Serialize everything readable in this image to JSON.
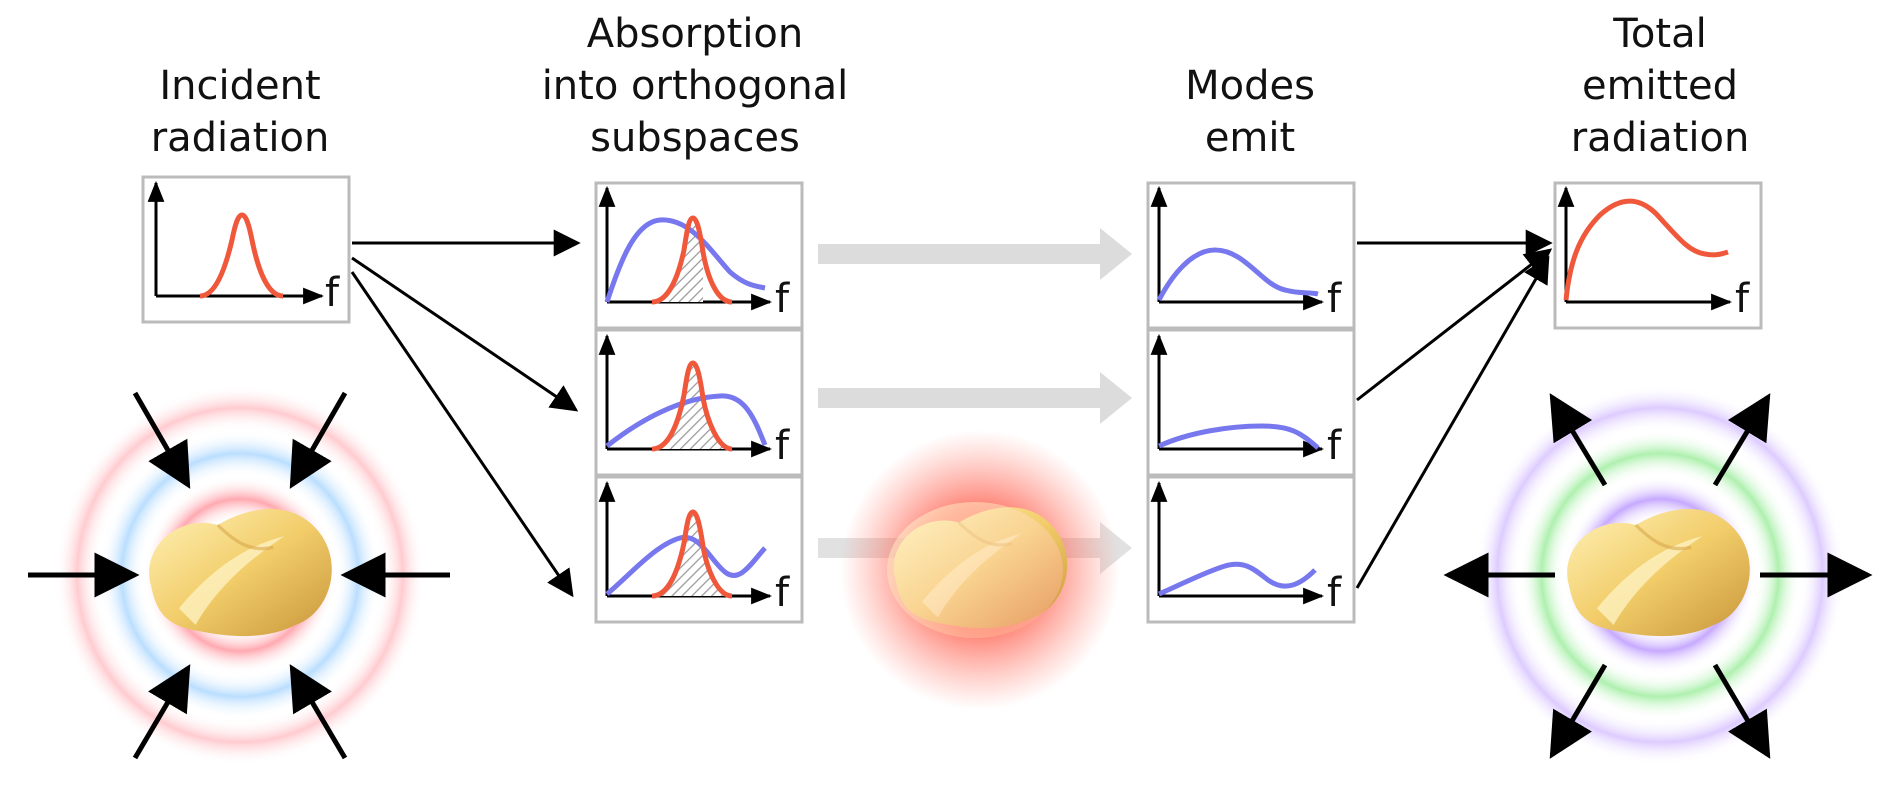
{
  "headings": {
    "incident": "Incident\nradiation",
    "absorption": "Absorption\ninto orthogonal\nsubspaces",
    "modes": "Modes\nemit",
    "total": "Total\nemitted\nradiation"
  },
  "axis_letter": "f",
  "colors": {
    "incident_curve": "#f0583c",
    "mode_curve": "#7777ee",
    "frame": "#bbbbbb",
    "arrow": "#000000",
    "flow_arrow": "#dcdcdc",
    "hatch": "#999999",
    "particle": "#f2cd6a",
    "particle_shadow": "#d6a84a",
    "incident_wave_red": "#ff8c96",
    "incident_wave_blue": "#8cc8ff",
    "emitted_wave_purple": "#b48cff",
    "emitted_wave_green": "#78e678",
    "glow": "#ff4a3c"
  }
}
